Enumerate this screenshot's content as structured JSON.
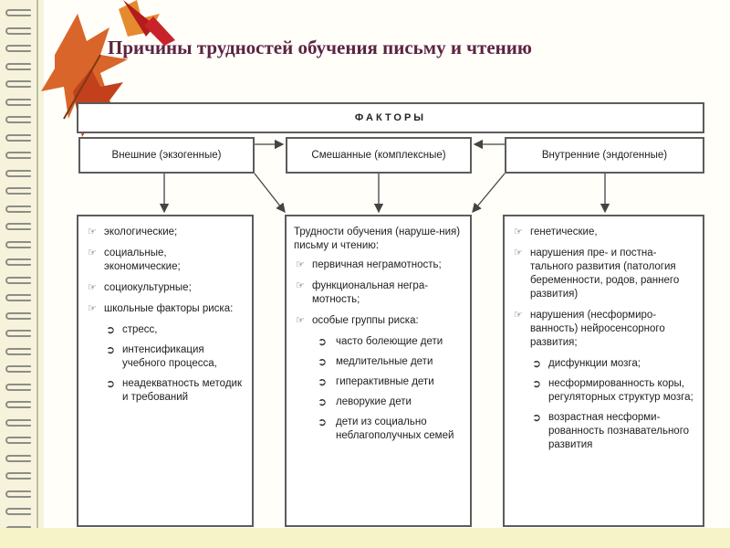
{
  "title": "Причины трудностей обучения письму и чтению",
  "colors": {
    "title": "#5b2340",
    "border": "#5c5c5c",
    "background": "#fffef9"
  },
  "diagram": {
    "top": "ФАКТОРЫ",
    "categories": {
      "external": "Внешние (экзогенные)",
      "mixed": "Смешанные (комплексные)",
      "internal": "Внутренние (эндогенные)"
    },
    "external": {
      "items": [
        "экологические;",
        "социальные, экономические;",
        "социокультурные;",
        "школьные факторы риска:"
      ],
      "sub": [
        "стресс,",
        "интенсификация учебного процесса,",
        "неадекватность методик и требований"
      ]
    },
    "mixed": {
      "intro": "Трудности обучения (наруше-ния) письму и чтению:",
      "items": [
        "первичная неграмотность;",
        "функциональная негра-мотность;",
        "особые группы риска:"
      ],
      "sub": [
        "часто болеющие дети",
        "медлительные дети",
        "гиперактивные дети",
        "леворукие дети",
        "дети из социально неблагополучных семей"
      ]
    },
    "internal": {
      "items": [
        "генетические,",
        "нарушения пре- и постна-тального развития (патология беременности, родов, раннего развития)",
        "нарушения (несформиро-ванность) нейросенсорного развития;"
      ],
      "sub": [
        "дисфункции мозга;",
        "несформированность коры, регуляторных структур мозга;",
        "возрастная несформи-рованность познавательного развития"
      ]
    }
  },
  "icons": {
    "item_marker": "hand-pointer-icon",
    "sub_marker": "arrow-bullet-icon"
  }
}
